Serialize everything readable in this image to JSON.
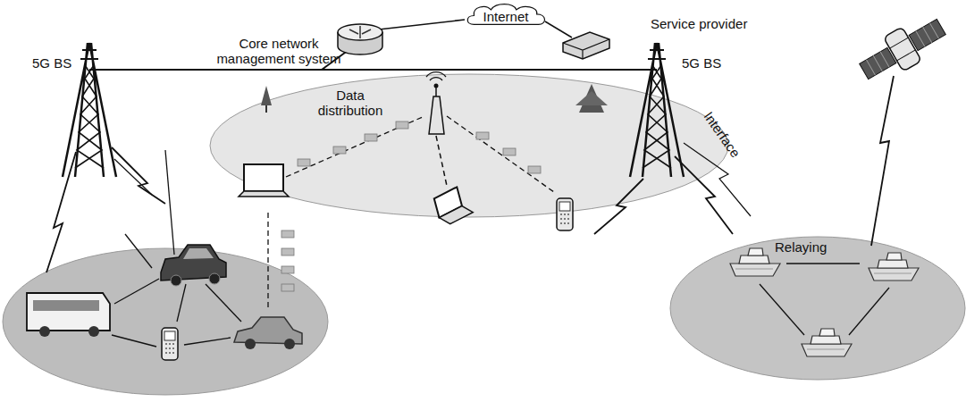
{
  "diagram": {
    "nodes": [
      {
        "text": [
          "Internet"
        ]
      }
    ],
    "labels": [
      "Core network management system",
      "Service provider",
      "5G BS",
      "5G BS",
      "Data distribution",
      "Interface",
      "Relaying"
    ]
  }
}
